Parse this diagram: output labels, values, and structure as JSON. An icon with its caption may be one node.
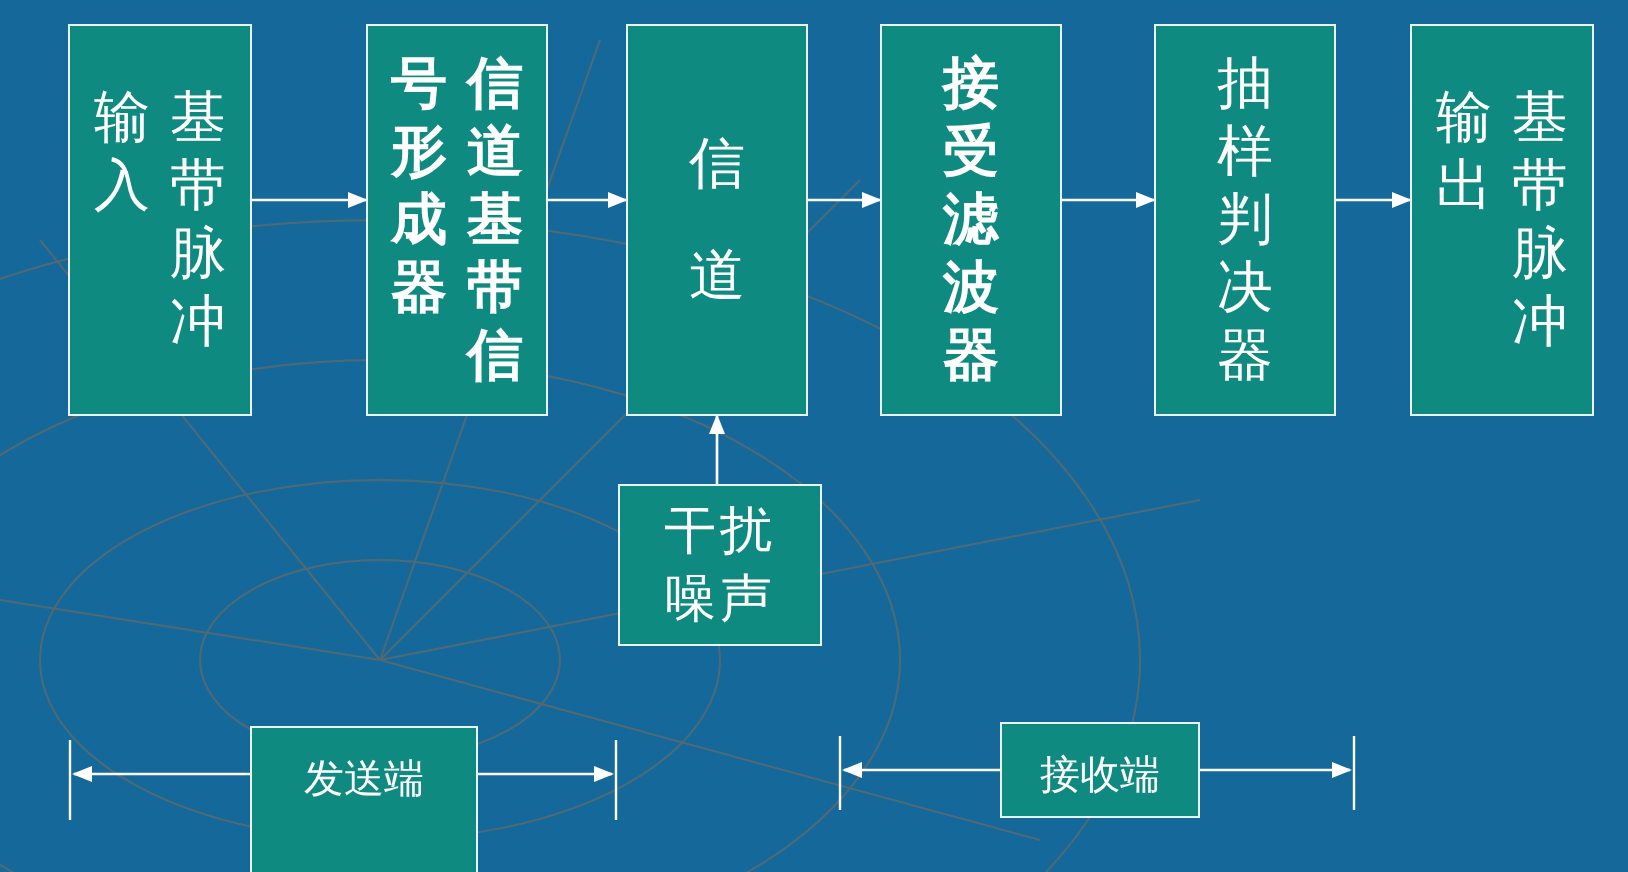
{
  "diagram": {
    "nodes": [
      {
        "text": [
          "基带脉冲输入"
        ]
      },
      {
        "text": [
          "信道基带信号形成器"
        ]
      },
      {
        "text": [
          "信道"
        ]
      },
      {
        "text": [
          "接受滤波器"
        ]
      },
      {
        "text": [
          "抽样判决器"
        ]
      },
      {
        "text": [
          "基带脉冲输出"
        ]
      },
      {
        "text": [
          "干扰噪声"
        ]
      },
      {
        "text": [
          "发送端"
        ]
      },
      {
        "text": [
          "接收端"
        ]
      }
    ],
    "edges": [
      {
        "from": 0,
        "to": 1,
        "arrow": "to"
      },
      {
        "from": 1,
        "to": 2,
        "arrow": "to"
      },
      {
        "from": 2,
        "to": 3,
        "arrow": "to"
      },
      {
        "from": 3,
        "to": 4,
        "arrow": "to"
      },
      {
        "from": 4,
        "to": 5,
        "arrow": "to"
      },
      {
        "from": 6,
        "to": 2,
        "arrow": "to"
      }
    ]
  }
}
